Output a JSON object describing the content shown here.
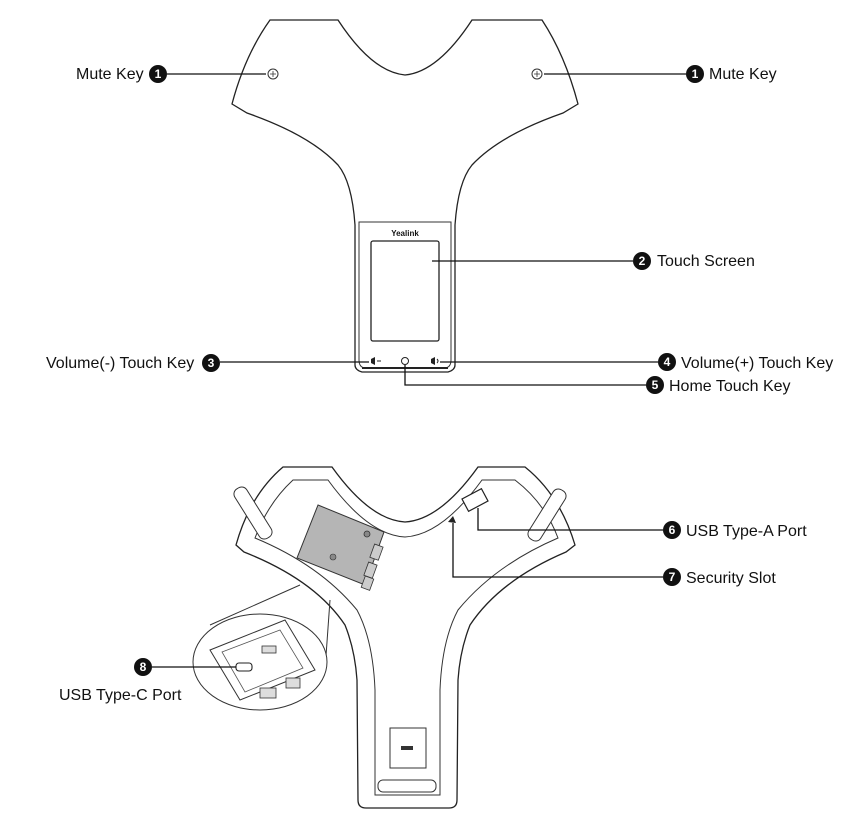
{
  "brand": "Yealink",
  "labels": {
    "mute_left": "Mute Key",
    "mute_right": "Mute Key",
    "touch_screen": "Touch Screen",
    "volume_minus": "Volume(-) Touch Key",
    "volume_plus": "Volume(+) Touch Key",
    "home": "Home Touch Key",
    "usb_a": "USB Type-A Port",
    "security": "Security Slot",
    "usb_c": "USB Type-C Port"
  },
  "numbers": {
    "mute_left": "1",
    "mute_right": "1",
    "touch_screen": "2",
    "volume_minus": "3",
    "volume_plus": "4",
    "home": "5",
    "usb_a": "6",
    "security": "7",
    "usb_c": "8"
  },
  "colors": {
    "line": "#111111",
    "badge": "#111111",
    "panel_gray": "#b5b5b5"
  }
}
